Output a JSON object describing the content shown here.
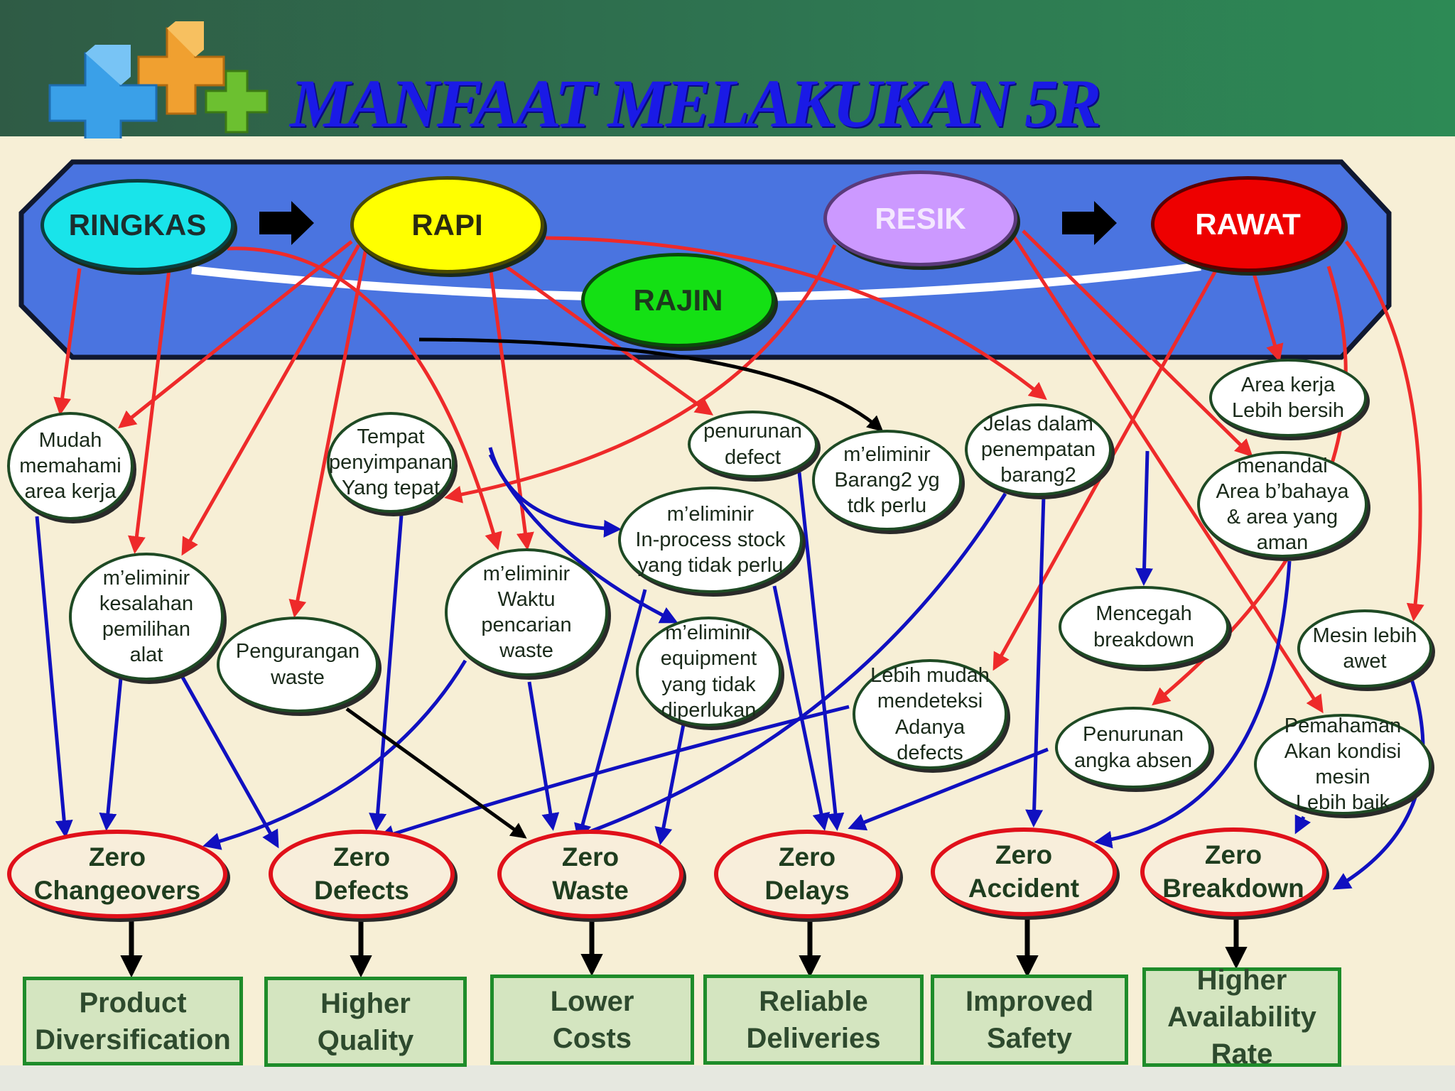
{
  "title": "MANFAAT MELAKUKAN 5R",
  "colors": {
    "header": "#2e7551",
    "panel": "#4a74e0",
    "ringkas": "#19e4ea",
    "rapi": "#ffff00",
    "rajin": "#14e014",
    "resik": "#cc99ff",
    "rawat": "#ee0000",
    "arrow_red": "#ee2a2a",
    "arrow_blue": "#1010c0",
    "arrow_black": "#000000",
    "zero_border": "#e0101a",
    "result_border": "#1e8c2a"
  },
  "stages": {
    "ringkas": "RINGKAS",
    "rapi": "RAPI",
    "rajin": "RAJIN",
    "resik": "RESIK",
    "rawat": "RAWAT"
  },
  "benefits": {
    "mudah": "Mudah\nmemahami\narea kerja",
    "tempat": "Tempat\npenyimpanan\nYang tepat",
    "penurunan_defect": "penurunan\ndefect",
    "barang2": "m’eliminir\nBarang2 yg\ntdk perlu",
    "jelas": "Jelas dalam\npenempatan\nbarang2",
    "area_bersih": "Area kerja\nLebih bersih",
    "menandai": "menandai\nArea b’bahaya\n& area yang\naman",
    "inprocess": "m’eliminir\nIn-process stock\nyang tidak perlu",
    "kesalahan": "m’eliminir\nkesalahan\npemilihan\nalat",
    "waktu": "m’eliminir\nWaktu\npencarian\nwaste",
    "pengurangan": "Pengurangan\nwaste",
    "equipment": "m’eliminir\nequipment\nyang tidak\ndiperlukan",
    "lebih_mudah": "Lebih mudah\nmendeteksi\nAdanya defects",
    "mencegah": "Mencegah\nbreakdown",
    "mesin": "Mesin lebih\nawet",
    "absen": "Penurunan\nangka absen",
    "pemahaman": "Pemahaman\nAkan kondisi mesin\nLebih baik"
  },
  "zeros": {
    "changeovers": "Zero\nChangeovers",
    "defects": "Zero\nDefects",
    "waste": "Zero\nWaste",
    "delays": "Zero\nDelays",
    "accident": "Zero\nAccident",
    "breakdown": "Zero\nBreakdown"
  },
  "results": {
    "product": "Product\nDiversification",
    "quality": "Higher\nQuality",
    "costs": "Lower\nCosts",
    "deliveries": "Reliable\nDeliveries",
    "safety": "Improved\nSafety",
    "availability": "Higher\nAvailability\nRate"
  }
}
